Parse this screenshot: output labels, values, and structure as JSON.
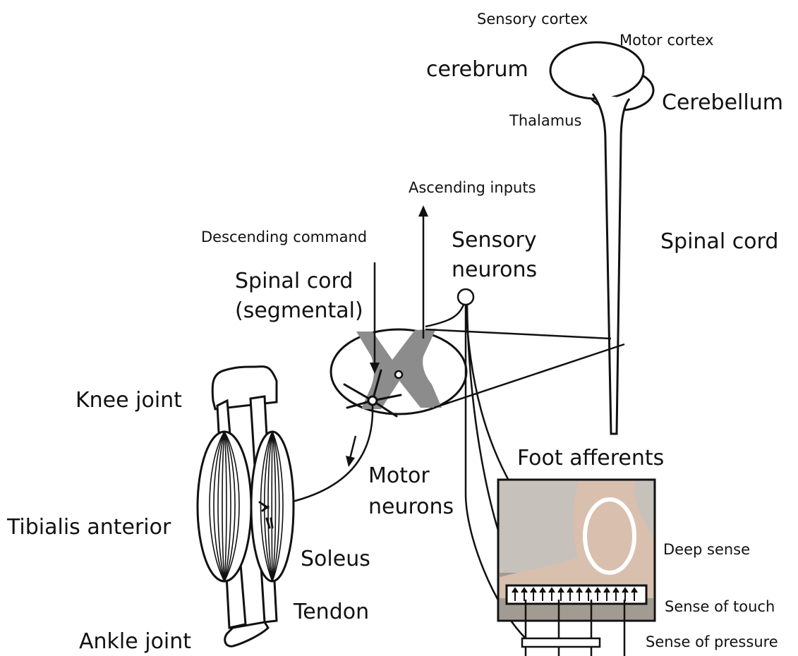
{
  "labels": {
    "sensory_cortex": "Sensory cortex",
    "motor_cortex": "Motor cortex",
    "cerebrum": "cerebrum",
    "cerebellum": "Cerebellum",
    "thalamus": "Thalamus",
    "ascending_inputs": "Ascending inputs",
    "descending_command": "Descending command",
    "sensory_neurons_line1": "Sensory",
    "sensory_neurons_line2": "neurons",
    "spinal_cord": "Spinal cord",
    "spinal_cord_segmental_line1": "Spinal cord",
    "spinal_cord_segmental_line2": "(segmental)",
    "knee_joint": "Knee joint",
    "foot_afferents": "Foot afferents",
    "motor_neurons_line1": "Motor",
    "motor_neurons_line2": "neurons",
    "tibialis_anterior": "Tibialis anterior",
    "soleus": "Soleus",
    "deep_sense": "Deep sense",
    "tendon": "Tendon",
    "sense_of_touch": "Sense of touch",
    "ankle_joint": "Ankle joint",
    "sense_of_pressure": "Sense of pressure"
  },
  "colors": {
    "line": "#111111",
    "gray_matter": "#8c8c8c",
    "photo_bg": "#b9b4ad",
    "skin": "#d8bfae"
  }
}
